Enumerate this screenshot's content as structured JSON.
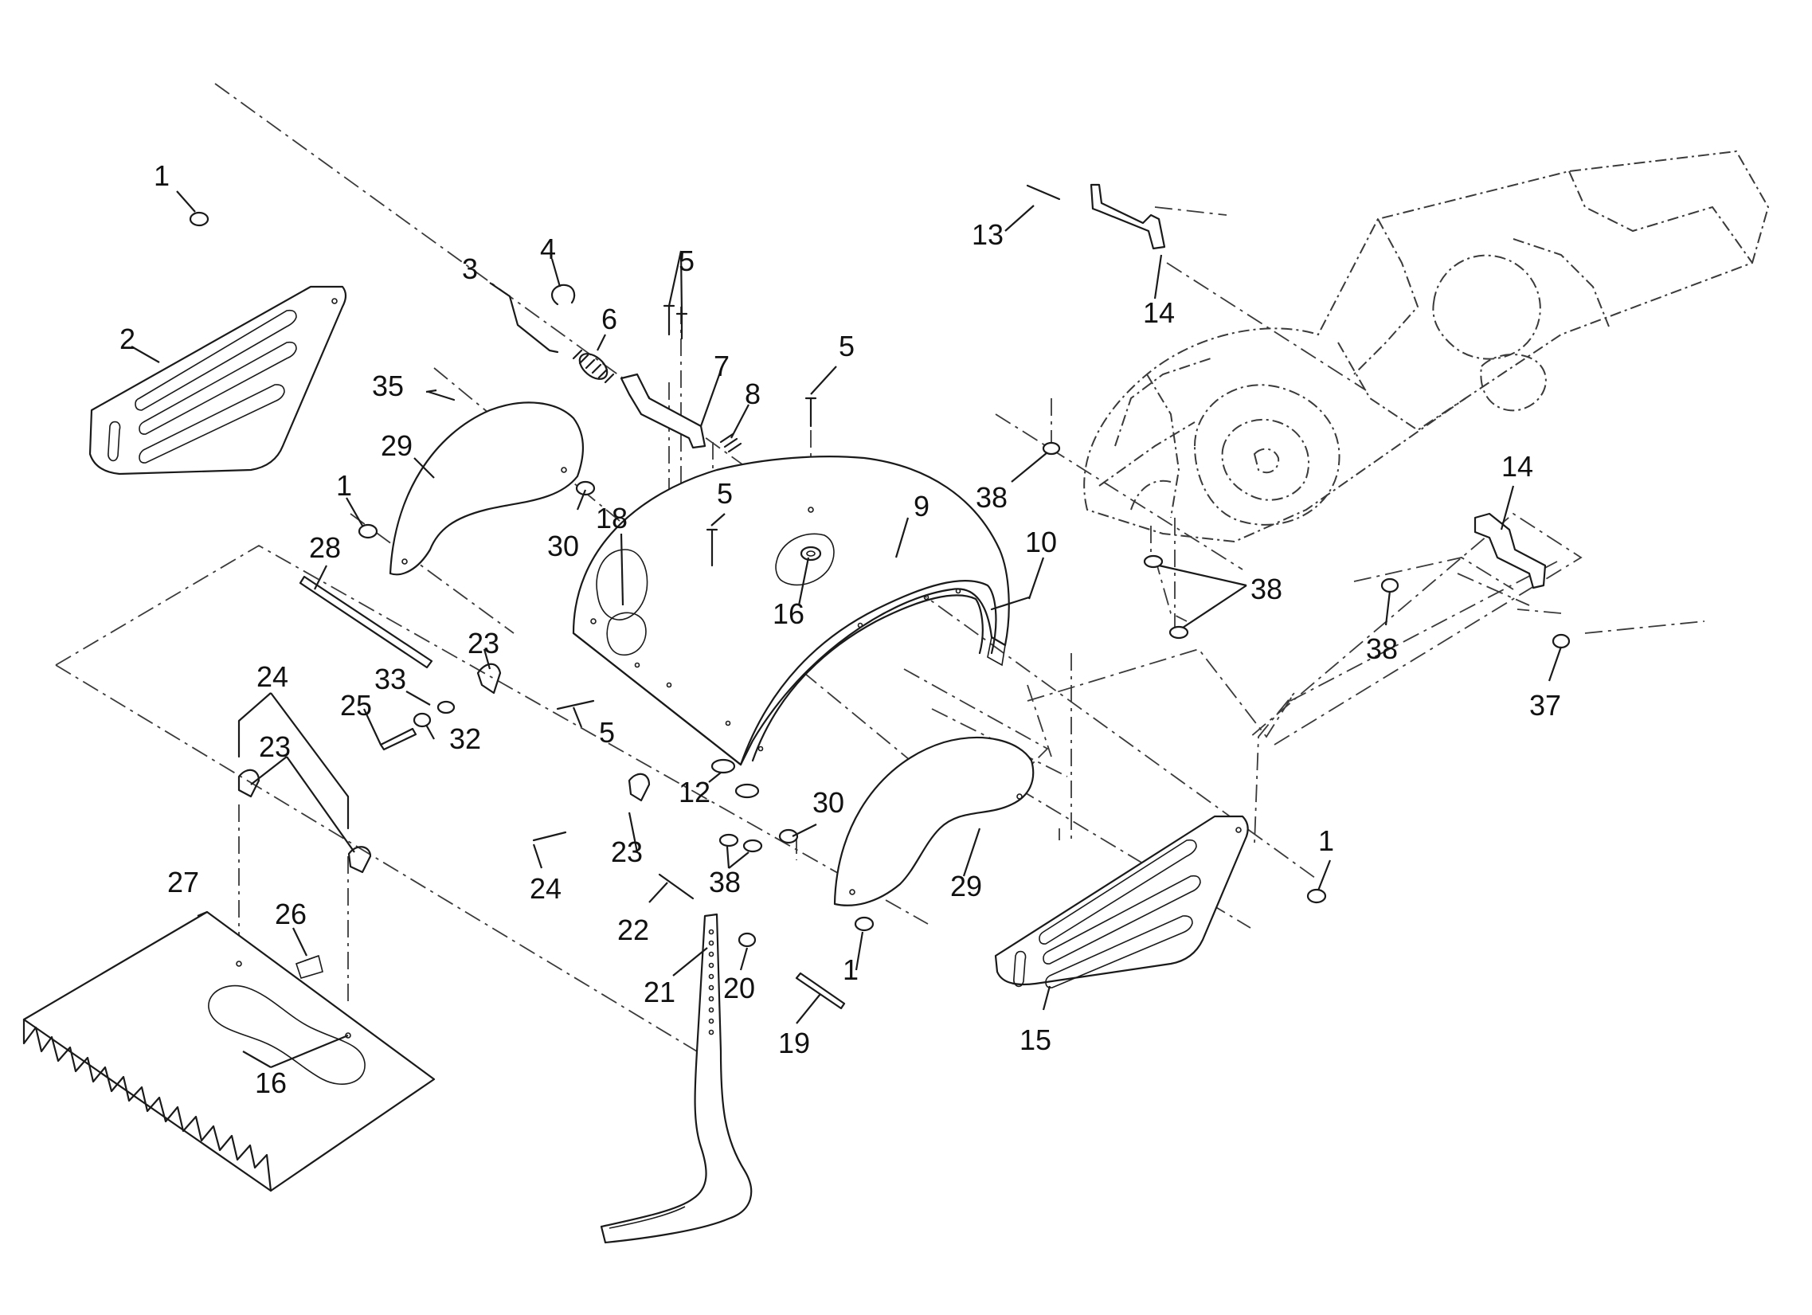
{
  "diagram": {
    "accent_color": "#1a1a1a",
    "background_color": "#ffffff",
    "callouts": [
      "1",
      "2",
      "3",
      "4",
      "5",
      "6",
      "7",
      "8",
      "5",
      "35",
      "29",
      "1",
      "30",
      "18",
      "5",
      "9",
      "28",
      "16",
      "10",
      "23",
      "33",
      "25",
      "32",
      "5",
      "24",
      "23",
      "12",
      "30",
      "38",
      "24",
      "23",
      "22",
      "29",
      "1",
      "27",
      "26",
      "20",
      "21",
      "19",
      "1",
      "16",
      "15",
      "13",
      "14",
      "38",
      "14",
      "38",
      "38",
      "37"
    ]
  }
}
